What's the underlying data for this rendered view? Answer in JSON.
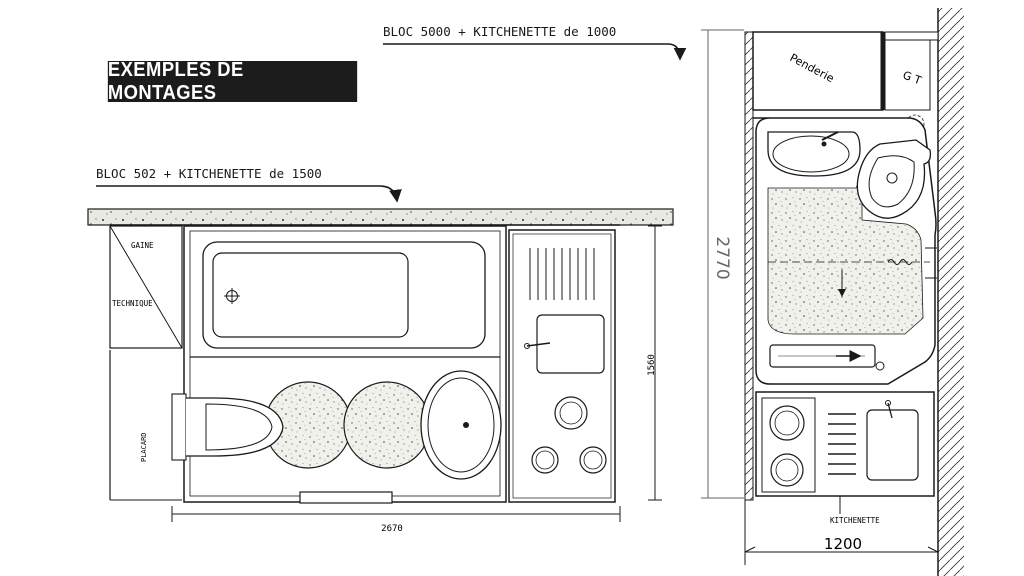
{
  "banner": {
    "title": "EXEMPLES DE MONTAGES"
  },
  "plans": {
    "plan_a": {
      "caption": "BLOC 502 + KITCHENETTE de 1500",
      "labels": {
        "gaine": "GAINE",
        "technique": "TECHNIQUE",
        "placard": "PLACARD"
      },
      "dim_width": "2670",
      "dim_depth": "1560"
    },
    "plan_b": {
      "caption": "BLOC 5000 + KITCHENETTE de 1000",
      "labels": {
        "penderie": "Penderie",
        "gt": "G T",
        "kitchenette": "KITCHENETTE"
      },
      "dim_height": "2770",
      "dim_width": "1200"
    }
  },
  "colors": {
    "ink": "#1a1a1a",
    "paper": "#ffffff",
    "banner_bg": "#1c1c1c",
    "banner_text": "#ffffff",
    "dimension": "#666666",
    "speckle_fill": "#f1f1ec"
  }
}
